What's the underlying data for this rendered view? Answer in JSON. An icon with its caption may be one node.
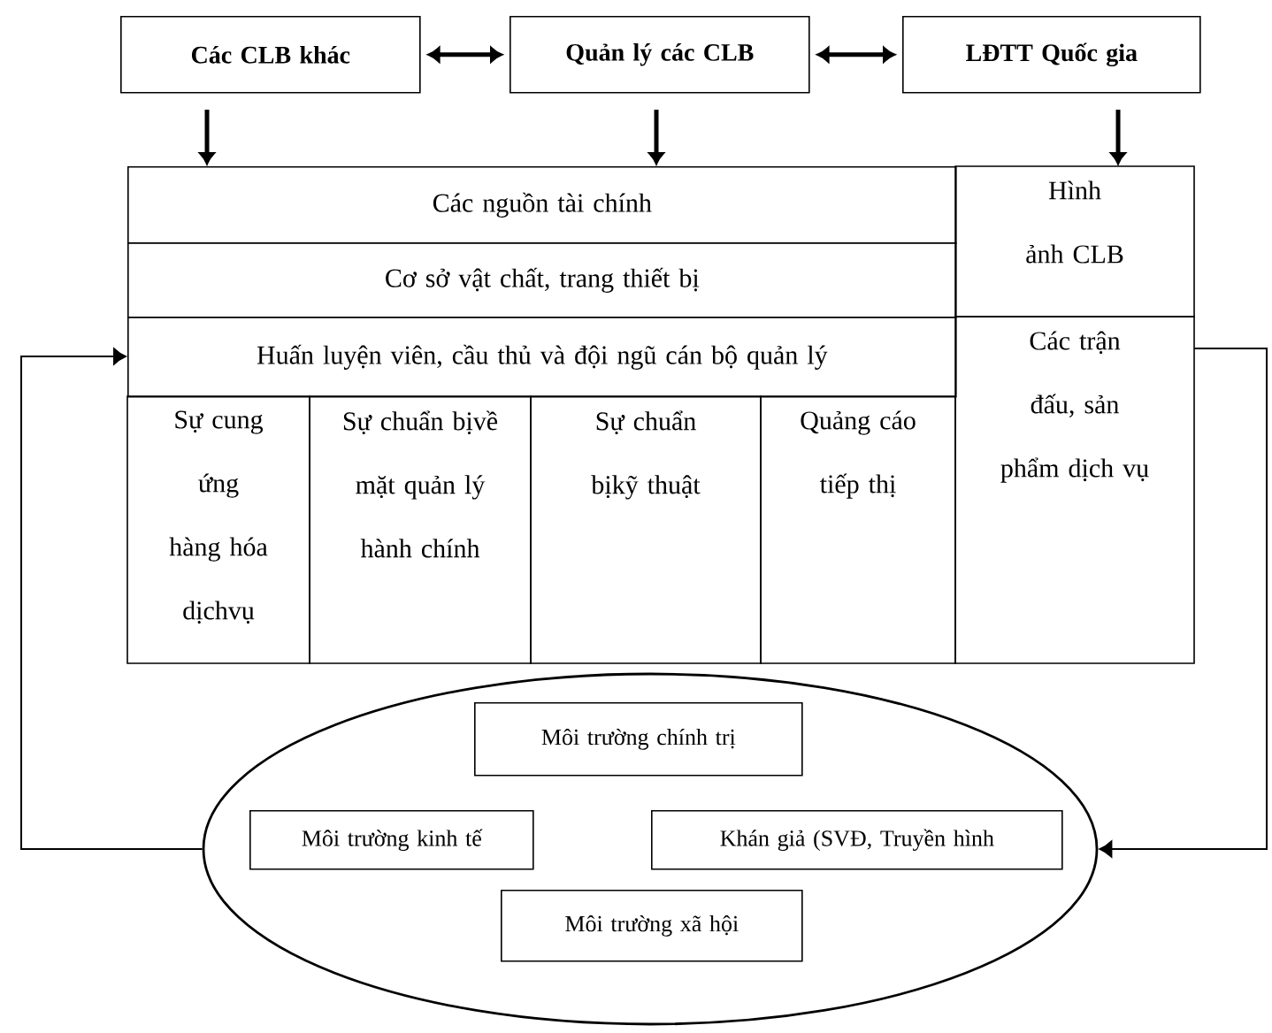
{
  "diagram": {
    "nodes": [
      {
        "text": [
          "Các CLB khác"
        ]
      },
      {
        "text": [
          "Quản lý các CLB"
        ]
      },
      {
        "text": [
          "LĐTT Quốc gia"
        ]
      },
      {
        "text": [
          "Các nguồn tài chính"
        ]
      },
      {
        "text": [
          "Cơ sở vật chất, trang thiết bị"
        ]
      },
      {
        "text": [
          "Huấn luyện viên, cầu thủ và đội ngũ cán bộ quản lý"
        ]
      },
      {
        "text": [
          "Sự cung ứng hàng hóa dịchvụ"
        ]
      },
      {
        "text": [
          "Sự chuẩn bịvề mặt quản lý hành chính"
        ]
      },
      {
        "text": [
          "Sự chuẩn bịkỹ thuật"
        ]
      },
      {
        "text": [
          "Quảng cáo tiếp thị"
        ]
      },
      {
        "text": [
          "Hình ảnh CLB"
        ]
      },
      {
        "text": [
          "Các trận đấu, sản phẩm dịch vụ"
        ]
      },
      {
        "text": [],
        "shape": "ellipse"
      },
      {
        "text": [
          "Môi trường chính trị"
        ],
        "in": 12
      },
      {
        "text": [
          "Môi trường kinh tế"
        ],
        "in": 12
      },
      {
        "text": [
          "Khán giả (SVĐ, Truyền hình"
        ],
        "in": 12
      },
      {
        "text": [
          "Môi trường xã hội"
        ],
        "in": 12
      }
    ],
    "edges": [
      {
        "from": 0,
        "to": 1,
        "arrow": "both"
      },
      {
        "from": 1,
        "to": 2,
        "arrow": "both"
      },
      {
        "from": 0,
        "to": 3,
        "arrow": "to"
      },
      {
        "from": 1,
        "to": 3,
        "arrow": "to"
      },
      {
        "from": 2,
        "to": 10,
        "arrow": "to"
      },
      {
        "from": 12,
        "to": 5,
        "arrow": "to"
      },
      {
        "from": 11,
        "to": 12,
        "arrow": "to"
      }
    ]
  }
}
